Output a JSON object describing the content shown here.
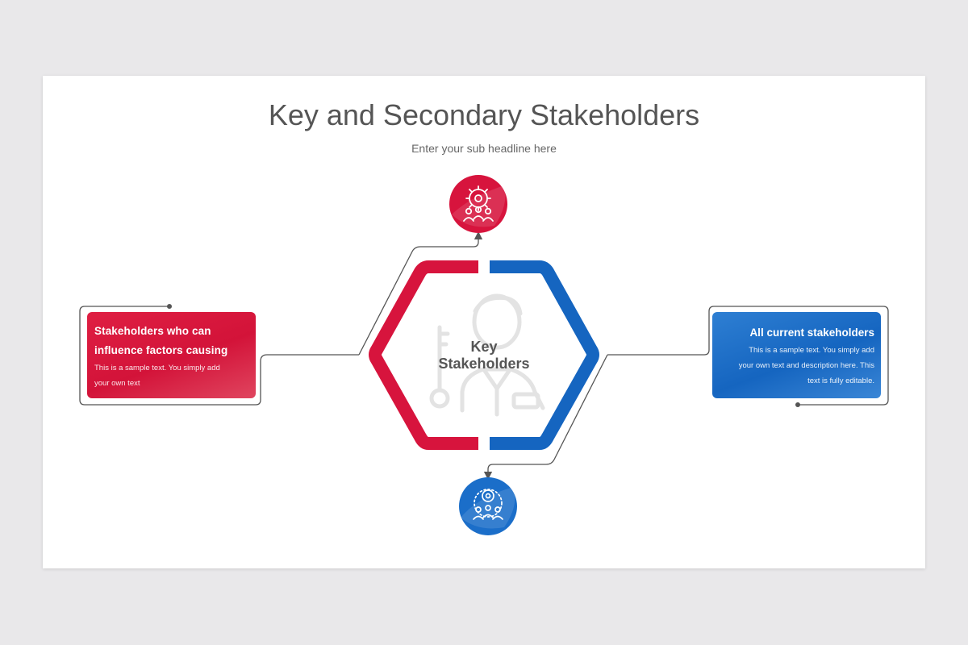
{
  "slide": {
    "title": "Key and Secondary Stakeholders",
    "subtitle": "Enter your sub headline here"
  },
  "center": {
    "label_line1": "Key",
    "label_line2": "Stakeholders"
  },
  "left_card": {
    "title_line1": "Stakeholders who can",
    "title_line2": "influence factors causing",
    "desc_line1": "This is a sample text. You simply add",
    "desc_line2": "your own text"
  },
  "right_card": {
    "title": "All current stakeholders",
    "desc_line1": "This is a sample text. You simply add",
    "desc_line2": "your own text and description here. This",
    "desc_line3": "text is fully editable."
  },
  "icons": {
    "top": "gear-team-icon",
    "bottom": "team-network-icon",
    "center_watermark": "person-key-icon"
  },
  "colors": {
    "red": "#d7143d",
    "blue": "#1565c0",
    "line": "#555555",
    "text": "#555555"
  }
}
